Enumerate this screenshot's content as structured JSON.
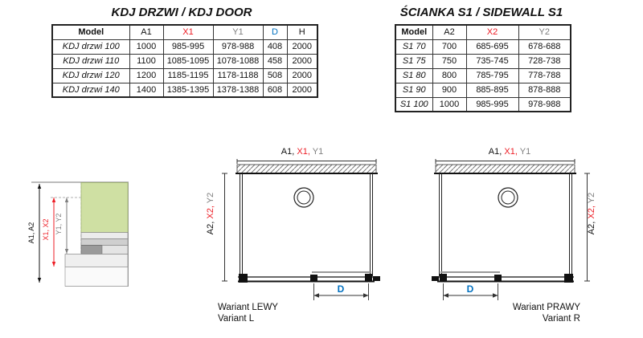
{
  "door_section": {
    "title": "KDJ DRZWI / KDJ DOOR",
    "headers": [
      "Model",
      "A1",
      "X1",
      "Y1",
      "D",
      "H"
    ],
    "rows": [
      [
        "KDJ drzwi 100",
        "1000",
        "985-995",
        "978-988",
        "408",
        "2000"
      ],
      [
        "KDJ drzwi 110",
        "1100",
        "1085-1095",
        "1078-1088",
        "458",
        "2000"
      ],
      [
        "KDJ drzwi 120",
        "1200",
        "1185-1195",
        "1178-1188",
        "508",
        "2000"
      ],
      [
        "KDJ drzwi 140",
        "1400",
        "1385-1395",
        "1378-1388",
        "608",
        "2000"
      ]
    ]
  },
  "sidewall_section": {
    "title": "ŚCIANKA S1 / SIDEWALL S1",
    "headers": [
      "Model",
      "A2",
      "X2",
      "Y2"
    ],
    "rows": [
      [
        "S1 70",
        "700",
        "685-695",
        "678-688"
      ],
      [
        "S1 75",
        "750",
        "735-745",
        "728-738"
      ],
      [
        "S1 80",
        "800",
        "785-795",
        "778-788"
      ],
      [
        "S1 90",
        "900",
        "885-895",
        "878-888"
      ],
      [
        "S1 100",
        "1000",
        "985-995",
        "978-988"
      ]
    ]
  },
  "section_detail": {
    "labels": [
      "A1, A2",
      "X1, X2",
      "Y1, Y2"
    ]
  },
  "variant_left": {
    "top_label": [
      "A1,",
      "X1,",
      "Y1"
    ],
    "side_label": [
      "A2,",
      "X2,",
      "Y2"
    ],
    "dim_label": "D",
    "caption": [
      "Wariant LEWY",
      "Variant L"
    ]
  },
  "variant_right": {
    "top_label": [
      "A1,",
      "X1,",
      "Y1"
    ],
    "side_label": [
      "A2,",
      "X2,",
      "Y2"
    ],
    "dim_label": "D",
    "caption": [
      "Wariant PRAWY",
      "Variant R"
    ]
  },
  "colors": {
    "red": "#ed1c24",
    "blue": "#0070c0",
    "gray": "#7f7f7f",
    "green": "#cfe0a3"
  }
}
